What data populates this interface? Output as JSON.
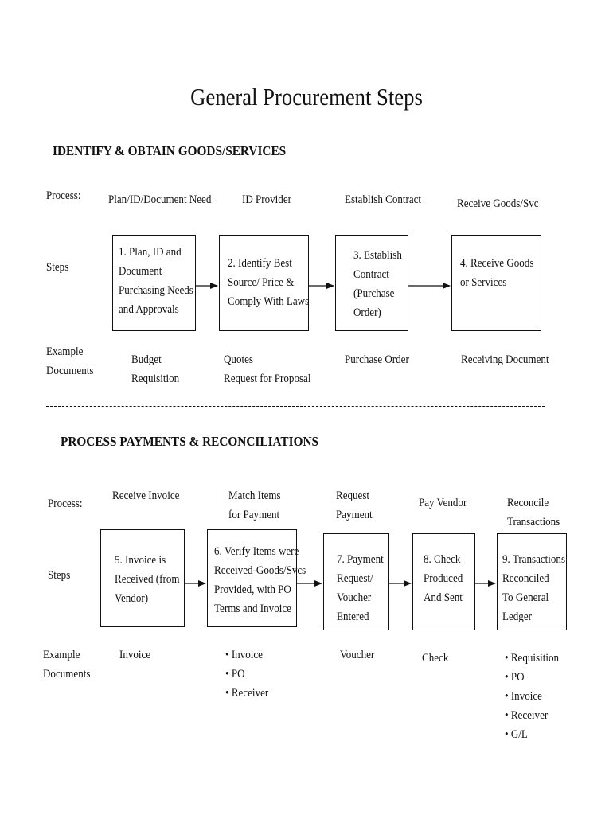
{
  "title": "General Procurement Steps",
  "section1": {
    "heading": "IDENTIFY & OBTAIN GOODS/SERVICES",
    "process_label": "Process:",
    "steps_label": "Steps",
    "example_label": [
      "Example",
      "Documents"
    ],
    "processes": [
      "Plan/ID/Document Need",
      "ID Provider",
      "Establish Contract",
      "Receive Goods/Svc"
    ],
    "steps": [
      [
        "1.  Plan, ID and",
        "Document",
        "Purchasing Needs",
        "and Approvals"
      ],
      [
        "2.  Identify Best",
        "Source/ Price &",
        "Comply With Laws"
      ],
      [
        "3.  Establish",
        "Contract",
        "(Purchase",
        "Order)"
      ],
      [
        "4.   Receive Goods",
        "or  Services"
      ]
    ],
    "documents": [
      [
        "Budget",
        "Requisition"
      ],
      [
        "Quotes",
        "Request for Proposal"
      ],
      [
        "Purchase Order"
      ],
      [
        "Receiving Document"
      ]
    ]
  },
  "section2": {
    "heading": "PROCESS PAYMENTS & RECONCILIATIONS",
    "process_label": "Process:",
    "steps_label": "Steps",
    "example_label": [
      "Example",
      "Documents"
    ],
    "processes": [
      [
        "Receive Invoice"
      ],
      [
        "Match Items",
        "for Payment"
      ],
      [
        "Request",
        "Payment"
      ],
      [
        "Pay Vendor"
      ],
      [
        "Reconcile",
        "Transactions"
      ]
    ],
    "steps": [
      [
        "5.  Invoice is",
        "Received (from",
        "Vendor)"
      ],
      [
        "6.  Verify Items were",
        "Received-Goods/Svcs",
        "Provided, with PO",
        "Terms and Invoice"
      ],
      [
        "7.  Payment",
        "Request/",
        "Voucher",
        "Entered"
      ],
      [
        "8. Check",
        "Produced",
        "And Sent"
      ],
      [
        "9. Transactions",
        "Reconciled",
        "To General",
        "Ledger"
      ]
    ],
    "documents": {
      "invoice": "Invoice",
      "match": [
        "Invoice",
        "PO",
        "Receiver"
      ],
      "voucher": "Voucher",
      "check": "Check",
      "reconcile": [
        "Requisition",
        "PO",
        "Invoice",
        "Receiver",
        "G/L"
      ]
    }
  }
}
